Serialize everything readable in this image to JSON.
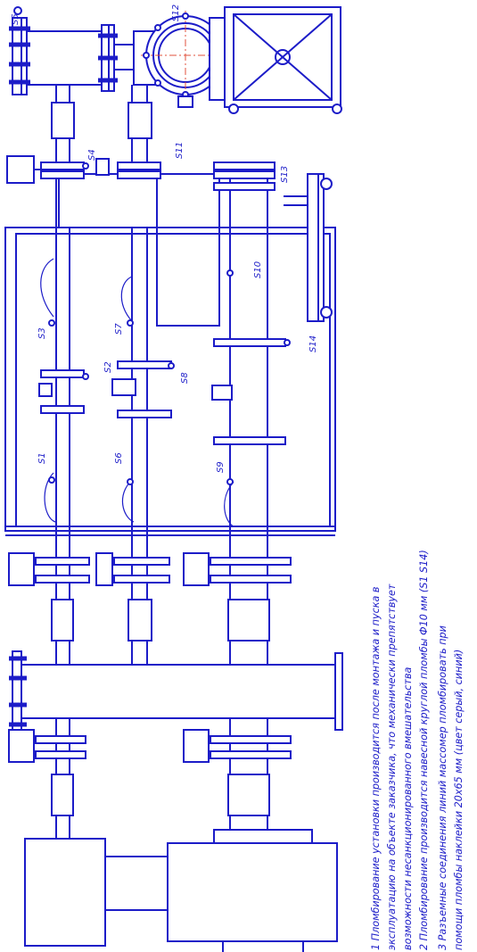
{
  "seals": {
    "s1": "S1",
    "s2": "S2",
    "s3": "S3",
    "s4": "S4",
    "s5": "S5",
    "s6": "S6",
    "s7": "S7",
    "s8": "S8",
    "s9": "S9",
    "s10": "S10",
    "s11": "S11",
    "s12": "S12",
    "s13": "S13",
    "s14": "S14"
  },
  "notes": {
    "n1a": "1 Пломбирование установки производится после монтажа и пуска в",
    "n1b": "эксплуатацию на объекте заказчика, что механически препятствует",
    "n1c": "возможности несанкционированного вмешательства",
    "n2": "2 Пломбирование производится навесной круглой пломбы Ф10 мм (S1 S14)",
    "n3a": "3 Разъемные соединения линий массомер пломбировать при",
    "n3b": "помощи пломбы наклейки 20х65 мм (цвет серый, синий)"
  },
  "colors": {
    "line": "#1c1cc8",
    "centerline": "#e0503c",
    "background": "#ffffff"
  }
}
